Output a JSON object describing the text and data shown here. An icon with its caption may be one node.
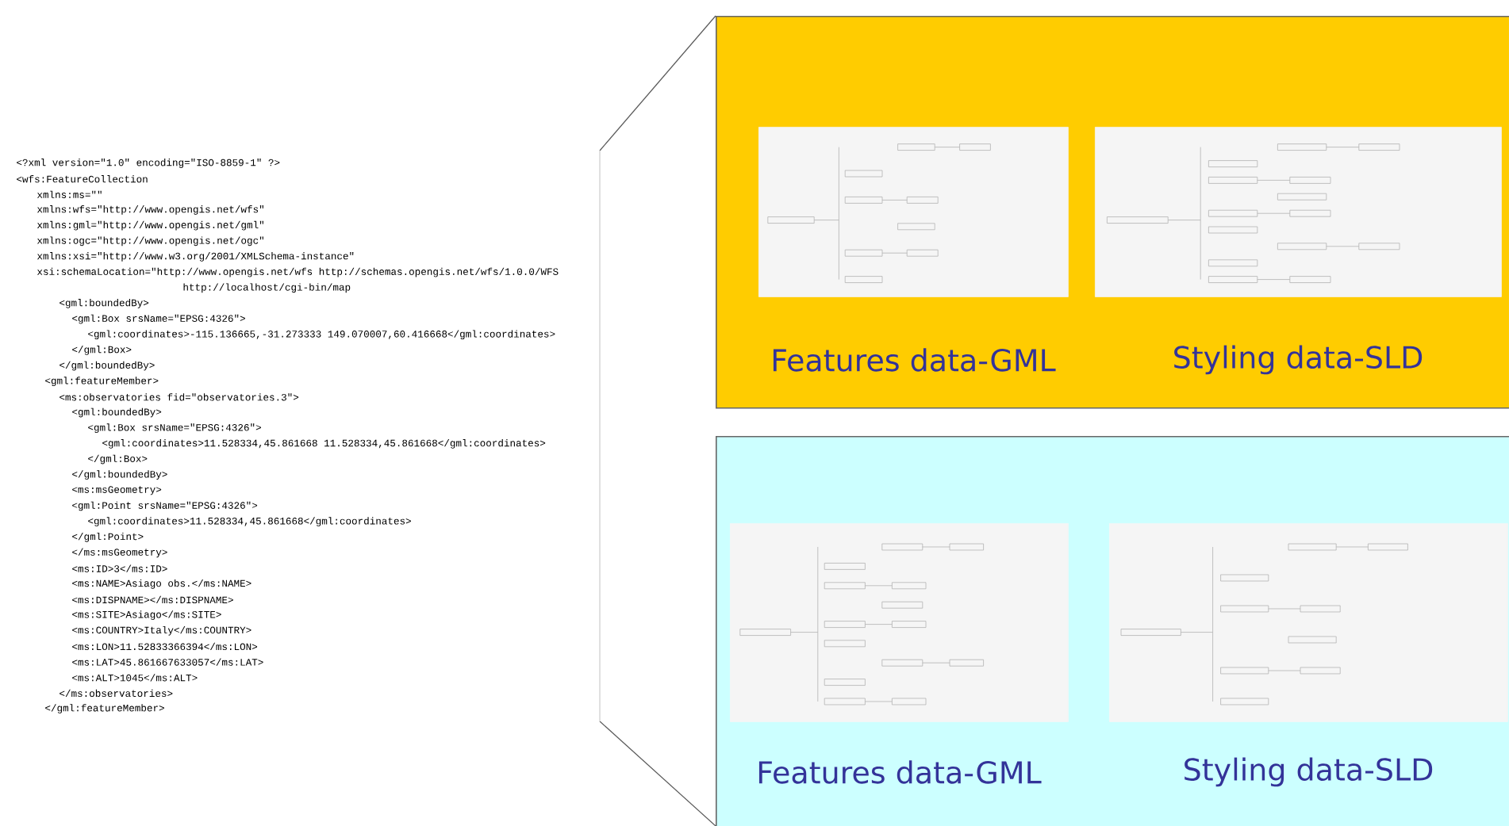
{
  "diagram": {
    "nodes": [
      {
        "text": [],
        "shape": "box"
      },
      {
        "text": [],
        "shape": "picture",
        "in": 0,
        "beside": [
          "Features data-GML"
        ]
      },
      {
        "text": [],
        "shape": "picture",
        "in": 0,
        "beside": [
          "Styling data-SLD"
        ]
      },
      {
        "text": [],
        "shape": "box"
      },
      {
        "text": [],
        "shape": "picture",
        "in": 3,
        "beside": [
          "Features data-GML"
        ]
      },
      {
        "text": [],
        "shape": "picture",
        "in": 3,
        "beside": [
          "Styling data-SLD"
        ]
      }
    ],
    "labels": [
      "<?xml version=\"1.0\" encoding=\"ISO-8859-1\" ?>",
      "<wfs:FeatureCollection",
      "xmlns:ms=\"\"",
      "xmlns:wfs=\"http://www.opengis.net/wfs\"",
      "xmlns:gml=\"http://www.opengis.net/gml\"",
      "xmlns:ogc=\"http://www.opengis.net/ogc\"",
      "xmlns:xsi=\"http://www.w3.org/2001/XMLSchema-instance\"",
      "xsi:schemaLocation=\"http://www.opengis.net/wfs http://schemas.opengis.net/wfs/1.0.0/WFS",
      "http://localhost/cgi-bin/map",
      "<gml:boundedBy>",
      "<gml:Box srsName=\"EPSG:4326\">",
      "<gml:coordinates>-115.136665,-31.273333 149.070007,60.416668</gml:coordinates>",
      "</gml:Box>",
      "</gml:boundedBy>",
      "<gml:featureMember>",
      "<ms:observatories fid=\"observatories.3\">",
      "<gml:boundedBy>",
      "<gml:Box srsName=\"EPSG:4326\">",
      "<gml:coordinates>11.528334,45.861668 11.528334,45.861668</gml:coordinates>",
      "</gml:Box>",
      "</gml:boundedBy>",
      "<ms:msGeometry>",
      "<gml:Point srsName=\"EPSG:4326\">",
      "<gml:coordinates>11.528334,45.861668</gml:coordinates>",
      "</gml:Point>",
      "</ms:msGeometry>",
      "<ms:ID>3</ms:ID>",
      "<ms:NAME>Asiago obs.</ms:NAME>",
      "<ms:DISPNAME></ms:DISPNAME>",
      "<ms:SITE>Asiago</ms:SITE>",
      "<ms:COUNTRY>Italy</ms:COUNTRY>",
      "<ms:LON>11.52833366394</ms:LON>",
      "<ms:LAT>45.861667633057</ms:LAT>",
      "<ms:ALT>1045</ms:ALT>",
      "</ms:observatories>",
      "</gml:featureMember>"
    ]
  }
}
